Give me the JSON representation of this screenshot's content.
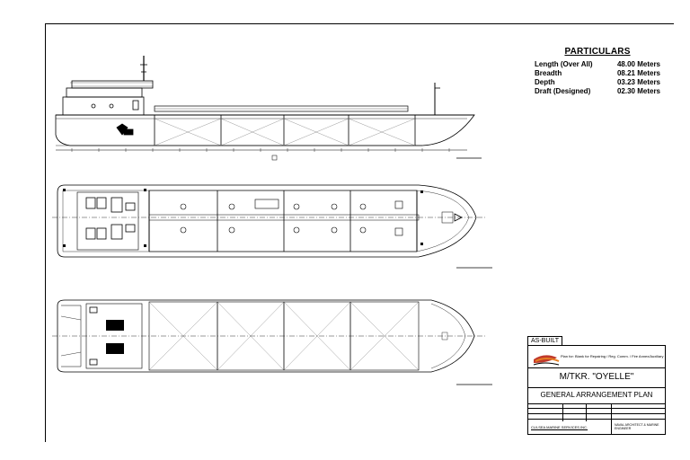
{
  "particulars": {
    "title": "PARTICULARS",
    "rows": [
      {
        "label": "Length (Over All)",
        "value": "48.00 Meters"
      },
      {
        "label": "Breadth",
        "value": "08.21 Meters"
      },
      {
        "label": "Depth",
        "value": "03.23 Meters"
      },
      {
        "label": "Draft (Designed)",
        "value": "02.30 Meters"
      }
    ]
  },
  "title_block": {
    "stamp": "AS-BUILT",
    "logo_note": "Plan for: Blank for Repairing / Reg. Comm. / Fire Annex/Auxiliary",
    "vessel_name": "M/TKR. \"OYELLE\"",
    "drawing_title": "GENERAL ARRANGEMENT PLAN",
    "company": "CUI-SEA MARINE SERVICES INC.",
    "approval": "NAVAL ARCHITECT & MARINE ENGINEER"
  },
  "colors": {
    "line": "#000000",
    "hatch": "#6b6b6b",
    "paper": "#ffffff"
  }
}
